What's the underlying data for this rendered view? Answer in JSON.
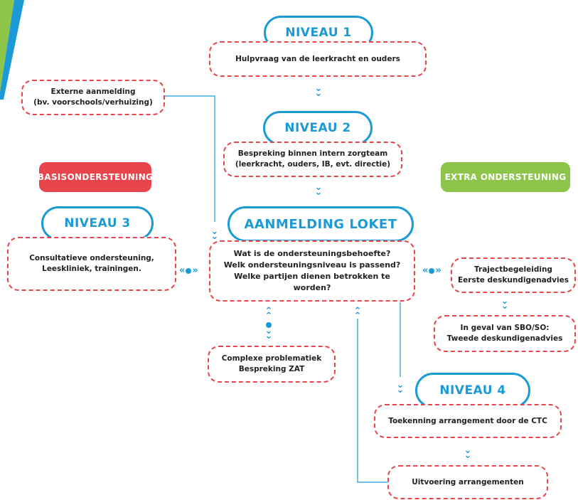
{
  "colors": {
    "blue": "#1b9ad6",
    "red": "#e8444c",
    "green": "#8cc54a"
  },
  "bubbles": {
    "niveau1": "NIVEAU 1",
    "niveau2": "NIVEAU 2",
    "loket": "AANMELDING LOKET",
    "niveau3": "NIVEAU 3",
    "niveau4": "NIVEAU 4"
  },
  "boxes": {
    "hulpvraag": "Hulpvraag van de leerkracht en ouders",
    "extern": "Externe aanmelding\n(bv. voorschools/verhuizing)",
    "bespreking": "Bespreking binnen intern zorgteam\n(leerkracht, ouders, IB, evt. directie)",
    "loket_vragen": "Wat is de ondersteuningsbehoefte?\nWelk ondersteuningsniveau is passend?\nWelke partijen dienen betrokken te worden?",
    "consultatieve": "Consultatieve ondersteuning,\nLeeskliniek, trainingen.",
    "traject": "Trajectbegeleiding\nEerste deskundigenadvies",
    "sbo": "In geval van SBO/SO:\nTweede deskundigenadvies",
    "complexe": "Complexe problematiek\nBespreking ZAT",
    "toekenning": "Toekenning arrangement door de CTC",
    "uitvoering": "Uitvoering arrangementen"
  },
  "labels": {
    "basis": "BASISONDERSTEUNING",
    "extra": "EXTRA ONDERSTEUNING"
  },
  "icons": {
    "chevron_down": "chevron-down-icon",
    "chevron_up": "chevron-up-icon",
    "link": "bidirectional-link-icon"
  }
}
